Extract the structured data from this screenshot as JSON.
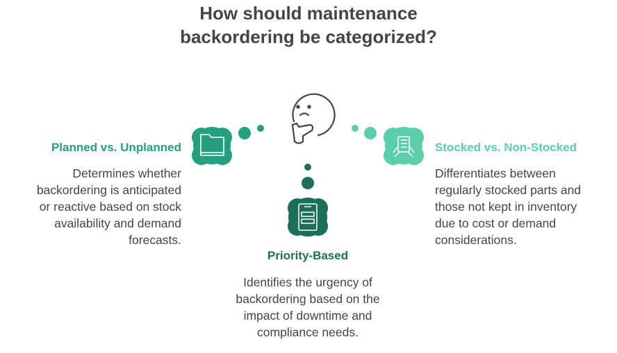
{
  "title_line1": "How should maintenance",
  "title_line2": "backordering be categorized?",
  "colors": {
    "planned": "#24a07e",
    "stocked": "#5bcfac",
    "priority": "#1b6e58",
    "text": "#454545"
  },
  "items": [
    {
      "heading": "Planned vs. Unplanned",
      "lines": [
        "Determines whether",
        "backordering is anticipated",
        "or reactive based on stock",
        "availability and demand",
        "forecasts."
      ],
      "icon": "folder-icon"
    },
    {
      "heading": "Stocked vs. Non-Stocked",
      "lines": [
        "Differentiates between",
        "regularly stocked parts and",
        "those not kept in inventory",
        "due to cost or demand",
        "considerations."
      ],
      "icon": "clipboard-hands-icon"
    },
    {
      "heading": "Priority-Based",
      "lines": [
        "Identifies the urgency of",
        "backordering based on the",
        "impact of downtime and",
        "compliance needs."
      ],
      "icon": "filing-cabinet-icon"
    }
  ],
  "center_icon": "thinking-face-icon"
}
